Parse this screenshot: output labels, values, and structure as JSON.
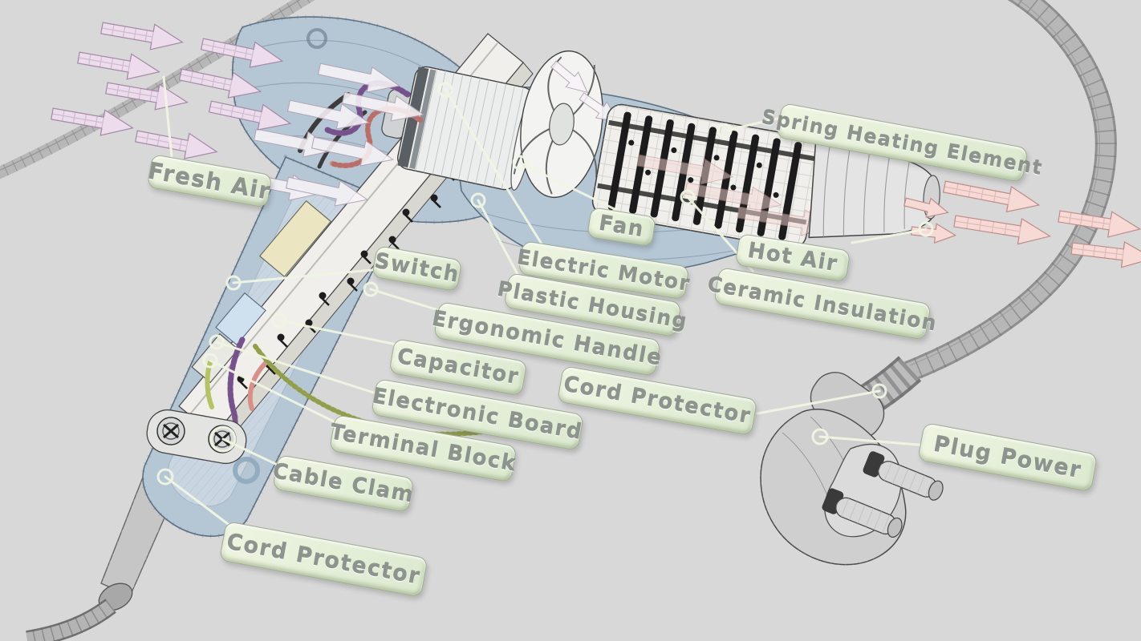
{
  "labels": [
    {
      "id": "fresh-air",
      "text": "Fresh Air"
    },
    {
      "id": "spring-heating-element",
      "text": "Spring Heating Element"
    },
    {
      "id": "fan",
      "text": "Fan"
    },
    {
      "id": "electric-motor",
      "text": "Electric Motor"
    },
    {
      "id": "plastic-housing",
      "text": "Plastic Housing"
    },
    {
      "id": "hot-air",
      "text": "Hot Air"
    },
    {
      "id": "ceramic-insulation",
      "text": "Ceramic Insulation"
    },
    {
      "id": "switch",
      "text": "Switch"
    },
    {
      "id": "ergonomic-handle",
      "text": "Ergonomic Handle"
    },
    {
      "id": "capacitor",
      "text": "Capacitor"
    },
    {
      "id": "cord-protector-upper",
      "text": "Cord Protector"
    },
    {
      "id": "electronic-board",
      "text": "Electronic Board"
    },
    {
      "id": "terminal-block",
      "text": "Terminal Block"
    },
    {
      "id": "cable-clam",
      "text": "Cable Clam"
    },
    {
      "id": "cord-protector-lower",
      "text": "Cord Protector"
    },
    {
      "id": "plug-power",
      "text": "Plug Power"
    }
  ],
  "colors": {
    "background": "#d8d8d8",
    "label-fill-top": "#eef5e1",
    "label-fill-bottom": "#dcead0",
    "label-border": "#9eae8e",
    "label-text": "#8d938d",
    "housing-blue": "#b5c6d4",
    "housing-blue-light": "#c9d6e1",
    "housing-line": "#5d7184",
    "metal-light": "#f0efec",
    "metal-line": "#3f3f3f",
    "cable-grey": "#b7b7b7",
    "cable-line": "#787878",
    "fresh-air-arrow": "#ecdcec",
    "fresh-air-arrow-line": "#a489a6",
    "white-arrow": "#f8f4f8",
    "white-arrow-line": "#b3a4b6",
    "hot-air-arrow": "#f7d9d5",
    "hot-air-arrow-line": "#bd8d88",
    "leader-line": "#f1f6e3",
    "wire-purple": "#9a6fae",
    "wire-red": "#d98f88",
    "wire-green": "#b5c364",
    "heater-black": "#1c1c1c"
  }
}
